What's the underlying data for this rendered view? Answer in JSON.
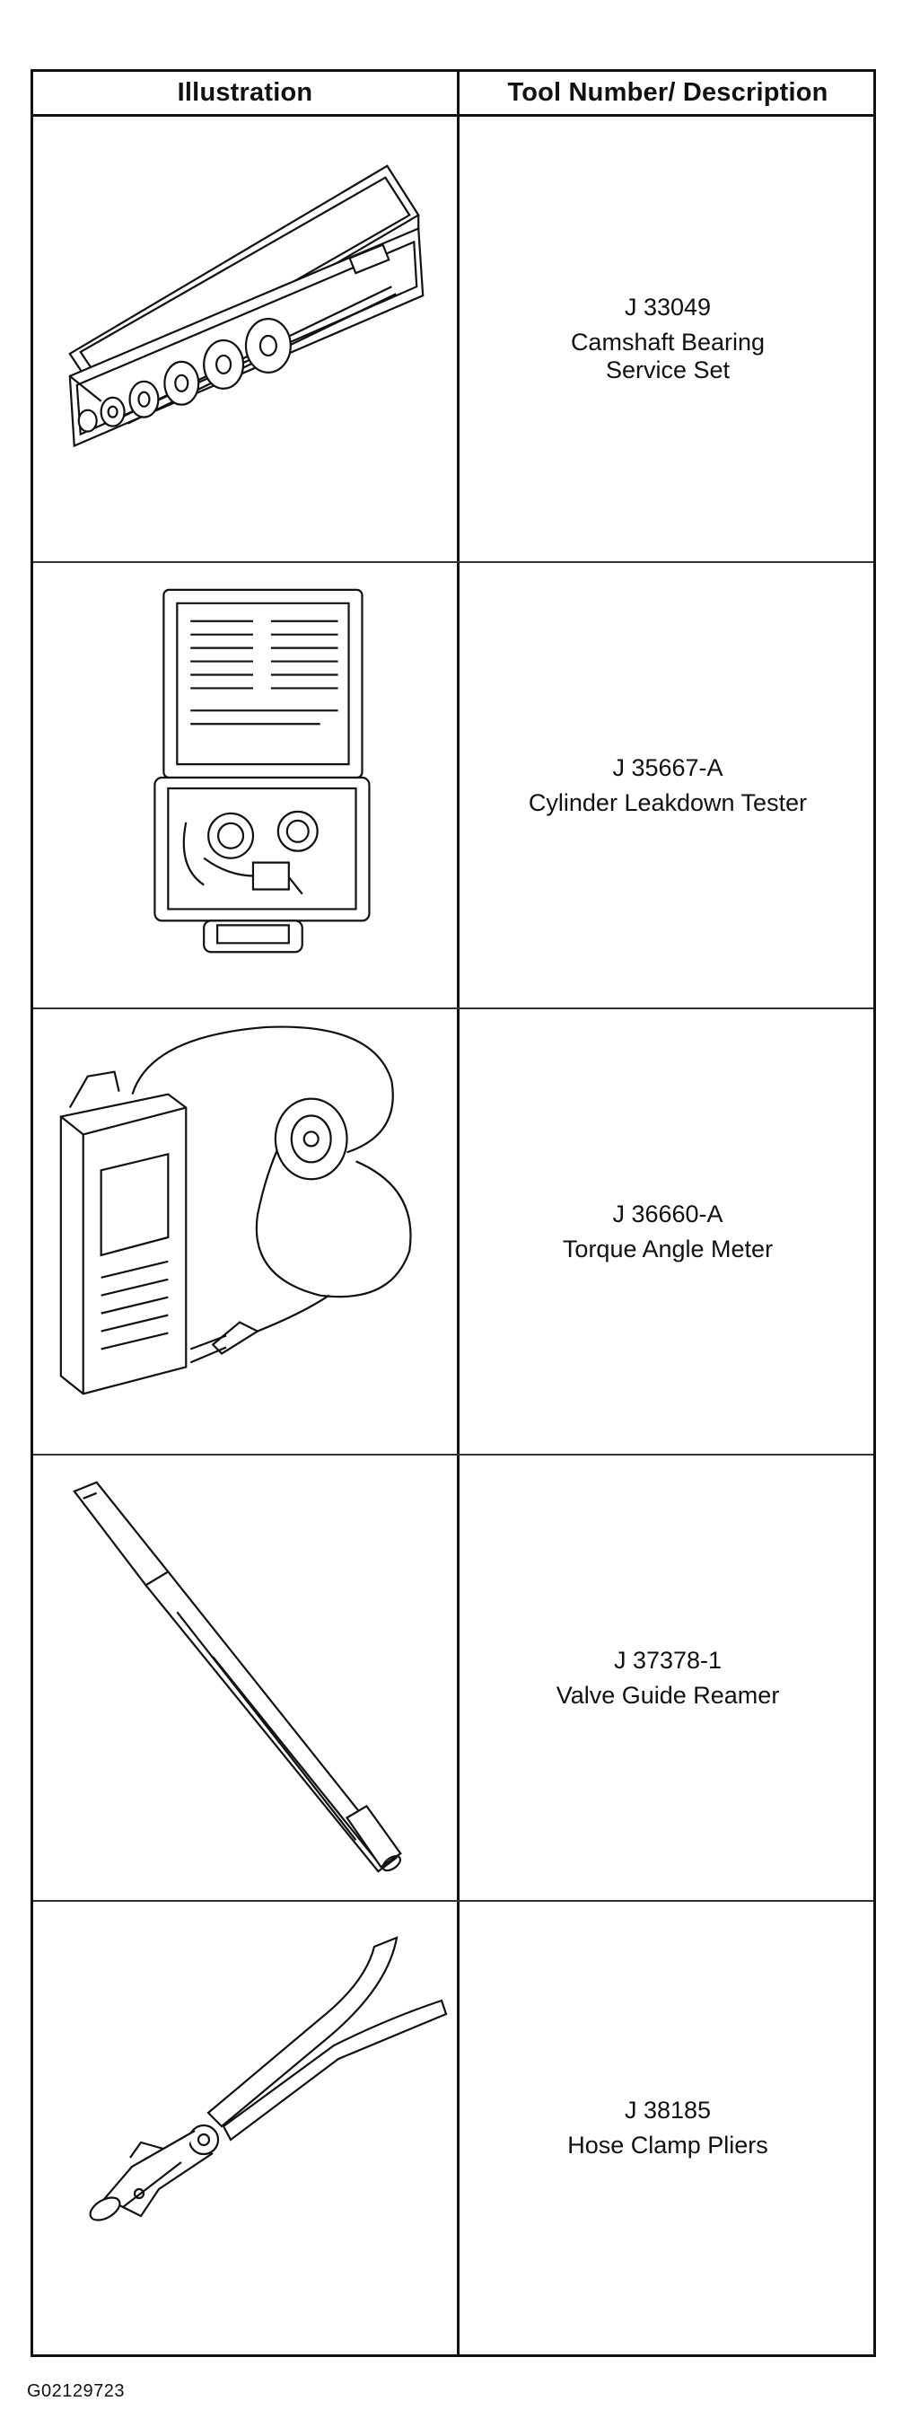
{
  "table": {
    "header": {
      "illustration": "Illustration",
      "description": "Tool Number/ Description"
    },
    "rows": [
      {
        "tool_number": "J 33049",
        "description_lines": [
          "Camshaft Bearing",
          "Service Set"
        ],
        "icon": "camshaft-bearing-set-illustration"
      },
      {
        "tool_number": "J 35667-A",
        "description_lines": [
          "Cylinder Leakdown Tester"
        ],
        "icon": "leakdown-tester-illustration"
      },
      {
        "tool_number": "J 36660-A",
        "description_lines": [
          "Torque Angle Meter"
        ],
        "icon": "torque-angle-meter-illustration"
      },
      {
        "tool_number": "J 37378-1",
        "description_lines": [
          "Valve Guide Reamer"
        ],
        "icon": "valve-guide-reamer-illustration"
      },
      {
        "tool_number": "J 38185",
        "description_lines": [
          "Hose Clamp Pliers"
        ],
        "icon": "hose-clamp-pliers-illustration"
      }
    ]
  },
  "figure_id": "G02129723"
}
